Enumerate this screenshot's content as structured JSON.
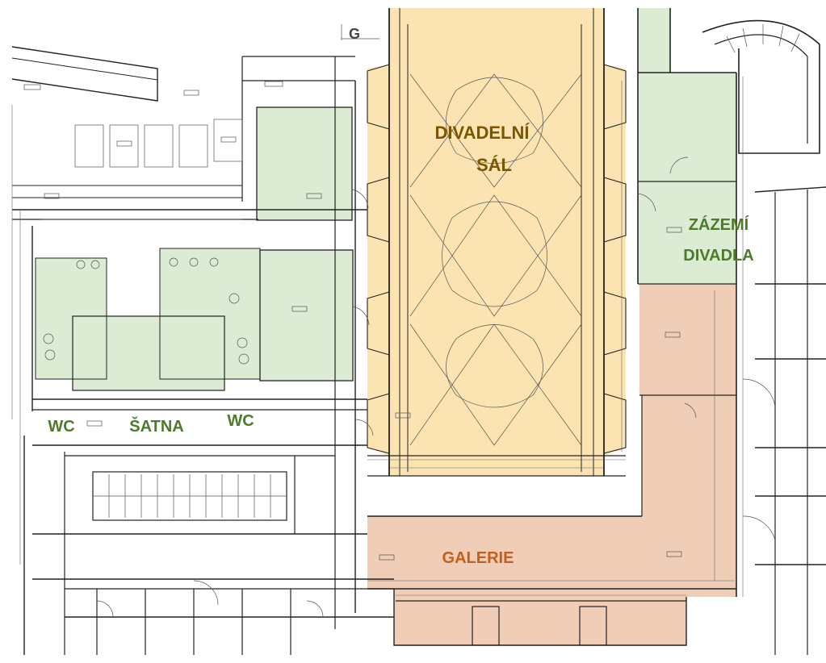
{
  "colors": {
    "sal_fill": "#fbe3b2",
    "sal_text": "#7a5600",
    "zazemi_fill": "#dcebd3",
    "zazemi_text": "#4e7a2c",
    "galerie_fill": "#f0cdb6",
    "galerie_text": "#c0601c",
    "line": "#222222"
  },
  "rooms": {
    "divadelni_sal": {
      "line1": "DIVADELNÍ",
      "line2": "SÁL"
    },
    "zazemi_divadla": {
      "line1": "ZÁZEMÍ",
      "line2": "DIVADLA"
    },
    "galerie": {
      "label": "GALERIE"
    },
    "wc_left": {
      "label": "WC"
    },
    "satna": {
      "label": "ŠATNA"
    },
    "wc_right": {
      "label": "WC"
    }
  },
  "grid_marker": {
    "label": "G"
  }
}
